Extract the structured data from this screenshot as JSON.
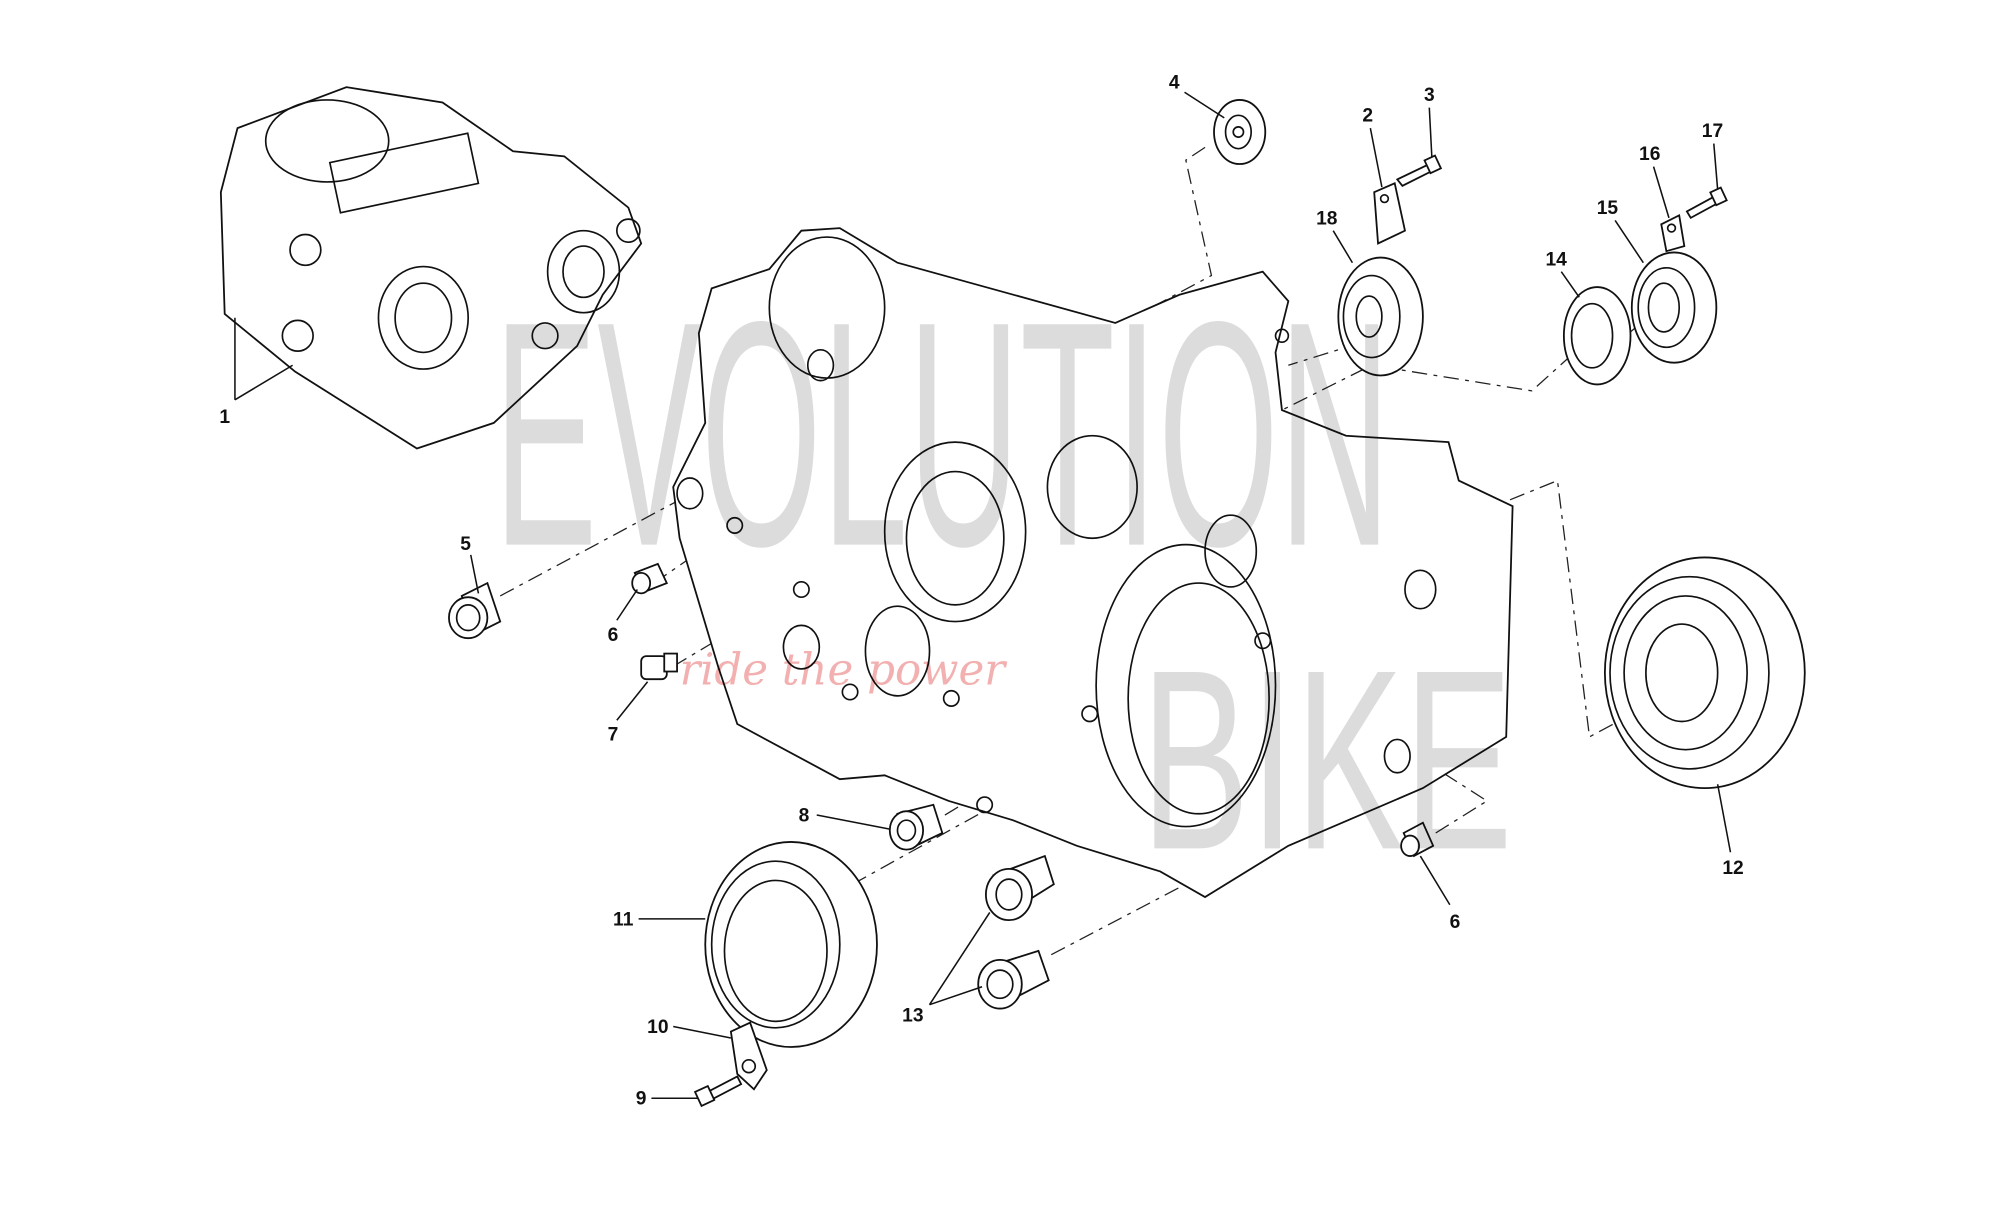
{
  "watermark": {
    "brand_top": "EVOLUTION",
    "brand_bottom": "BIKE",
    "slogan": "ride the power"
  },
  "callouts": [
    {
      "id": "1"
    },
    {
      "id": "2"
    },
    {
      "id": "3"
    },
    {
      "id": "4"
    },
    {
      "id": "5"
    },
    {
      "id": "6"
    },
    {
      "id": "7"
    },
    {
      "id": "8"
    },
    {
      "id": "9"
    },
    {
      "id": "10"
    },
    {
      "id": "11"
    },
    {
      "id": "12"
    },
    {
      "id": "13"
    },
    {
      "id": "14"
    },
    {
      "id": "15"
    },
    {
      "id": "16"
    },
    {
      "id": "17"
    },
    {
      "id": "18"
    },
    {
      "id": "6"
    }
  ]
}
